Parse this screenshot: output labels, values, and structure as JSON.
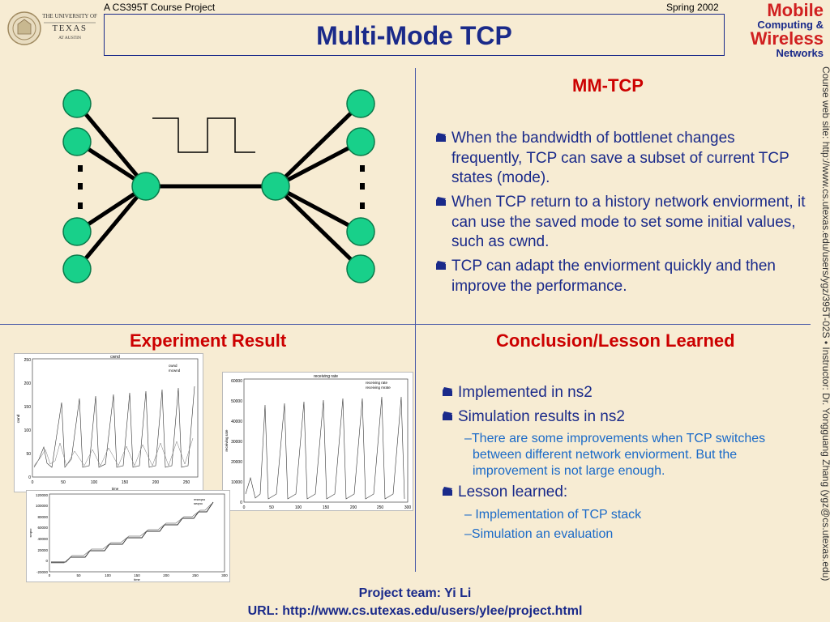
{
  "header": {
    "logo_text": [
      "THE UNIVERSITY OF",
      "TEXAS",
      "AT AUSTIN"
    ],
    "course_label": "A CS395T Course Project",
    "term_label": "Spring 2002",
    "title": "Multi-Mode TCP",
    "brand": [
      "Mobile",
      "Computing &",
      "Wireless",
      "Networks"
    ]
  },
  "side_text": "Course web site: http://www.cs.utexas.edu/users/ygz/395T-02S • Instructor: Dr. Yongguang Zhang (ygz@cs.utexas.edu)",
  "mm_tcp": {
    "heading": "MM-TCP",
    "bullets": [
      "When the bandwidth of bottlenet changes frequently, TCP can save a subset of current TCP states (mode).",
      "When TCP return to a history network enviorment, it can use the saved mode to set some initial values, such as cwnd.",
      "TCP can adapt the enviorment quickly and then improve the performance."
    ]
  },
  "experiment": {
    "heading": "Experiment Result",
    "plots": [
      {
        "title": "cwnd",
        "legend": [
          "cwnd",
          "mcwnd"
        ],
        "xlabel": "time",
        "ylabel": "cwnd",
        "x_ticks": [
          "0",
          "50",
          "100",
          "150",
          "200",
          "250"
        ],
        "y_ticks": [
          "0",
          "50",
          "100",
          "150",
          "200",
          "250"
        ]
      },
      {
        "title": "receiving rate",
        "legend": [
          "receiving rate",
          "receiving mrate"
        ],
        "xlabel": "time",
        "ylabel": "receiving rate",
        "x_ticks": [
          "0",
          "50",
          "100",
          "150",
          "200",
          "250",
          "300"
        ],
        "y_ticks": [
          "0",
          "10000",
          "20000",
          "30000",
          "40000",
          "50000",
          "60000"
        ]
      },
      {
        "title": "",
        "legend": [
          "mseqno",
          "seqno"
        ],
        "xlabel": "time",
        "ylabel": "seqno",
        "x_ticks": [
          "0",
          "50",
          "100",
          "150",
          "200",
          "250",
          "300"
        ],
        "y_ticks": [
          "-20000",
          "0",
          "20000",
          "40000",
          "60000",
          "80000",
          "100000",
          "120000"
        ]
      }
    ]
  },
  "conclusion": {
    "heading": "Conclusion/Lesson Learned",
    "items": [
      {
        "type": "bullet",
        "text": "Implemented in ns2"
      },
      {
        "type": "bullet",
        "text": "Simulation results in ns2"
      },
      {
        "type": "sub",
        "text": "–There are some improvements when TCP switches between different network enviorment.  But the improvement is not large enough."
      },
      {
        "type": "bullet",
        "text": "Lesson learned:"
      },
      {
        "type": "sub",
        "text": "– Implementation of TCP stack"
      },
      {
        "type": "sub",
        "text": "–Simulation an evaluation"
      }
    ]
  },
  "footer": {
    "team": "Project team: Yi Li",
    "url": "URL: http://www.cs.utexas.edu/users/ylee/project.html"
  },
  "colors": {
    "background": "#f7ecd3",
    "title_blue": "#1a2a8a",
    "heading_red": "#cc0000",
    "node_green": "#18d08a",
    "sub_blue": "#1a6ac8"
  }
}
